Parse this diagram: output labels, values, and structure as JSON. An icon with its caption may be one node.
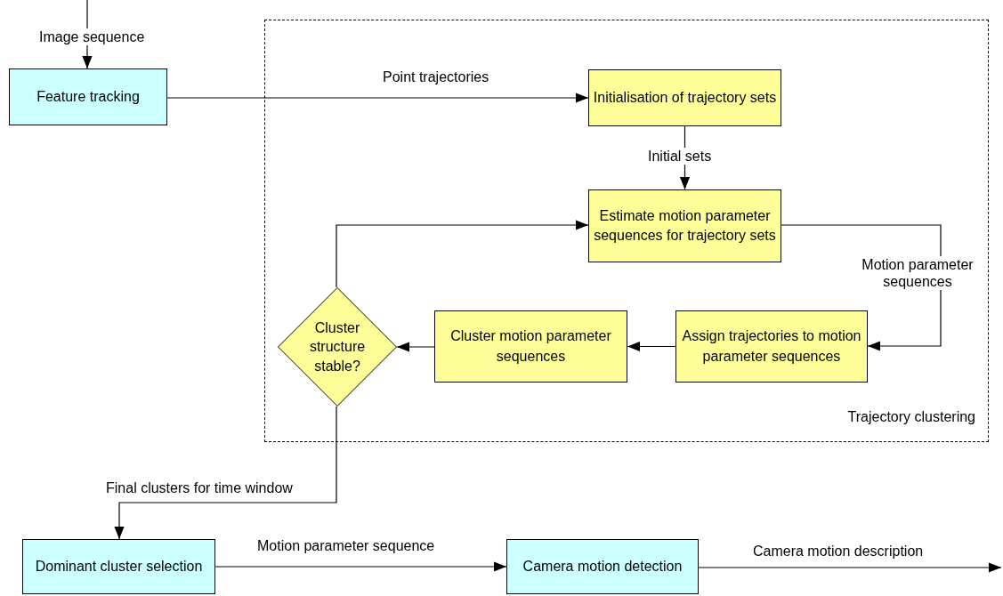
{
  "diagram": {
    "nodes": [
      {
        "text": [
          "Feature tracking"
        ]
      },
      {
        "text": [
          "Trajectory clustering"
        ]
      },
      {
        "text": [
          "Initialisation of trajectory sets"
        ],
        "in": 1
      },
      {
        "text": [
          "Estimate motion parameter sequences for trajectory sets"
        ],
        "in": 1
      },
      {
        "text": [
          "Assign trajectories to motion parameter sequences"
        ],
        "in": 1
      },
      {
        "text": [
          "Cluster motion parameter sequences"
        ],
        "in": 1
      },
      {
        "text": [
          "Cluster structure stable?"
        ],
        "in": 1
      },
      {
        "text": [
          "Dominant cluster selection"
        ]
      },
      {
        "text": [
          "Camera motion detection"
        ]
      }
    ],
    "edges": [
      {
        "from": null,
        "to": 0,
        "arrow": "to",
        "label": "Image sequence"
      },
      {
        "from": 0,
        "to": 2,
        "arrow": "to",
        "label": "Point trajectories"
      },
      {
        "from": 2,
        "to": 3,
        "arrow": "to",
        "label": "Initial sets"
      },
      {
        "from": 3,
        "to": 4,
        "arrow": "to",
        "label": "Motion parameter sequences"
      },
      {
        "from": 4,
        "to": 5,
        "arrow": "to"
      },
      {
        "from": 5,
        "to": 6,
        "arrow": "to"
      },
      {
        "from": 6,
        "to": 3,
        "arrow": "to"
      },
      {
        "from": 6,
        "to": 7,
        "arrow": "to",
        "label": "Final clusters for time window"
      },
      {
        "from": 7,
        "to": 8,
        "arrow": "to",
        "label": "Motion parameter sequence"
      },
      {
        "from": 8,
        "to": null,
        "arrow": "to",
        "label": "Camera motion description"
      }
    ]
  }
}
